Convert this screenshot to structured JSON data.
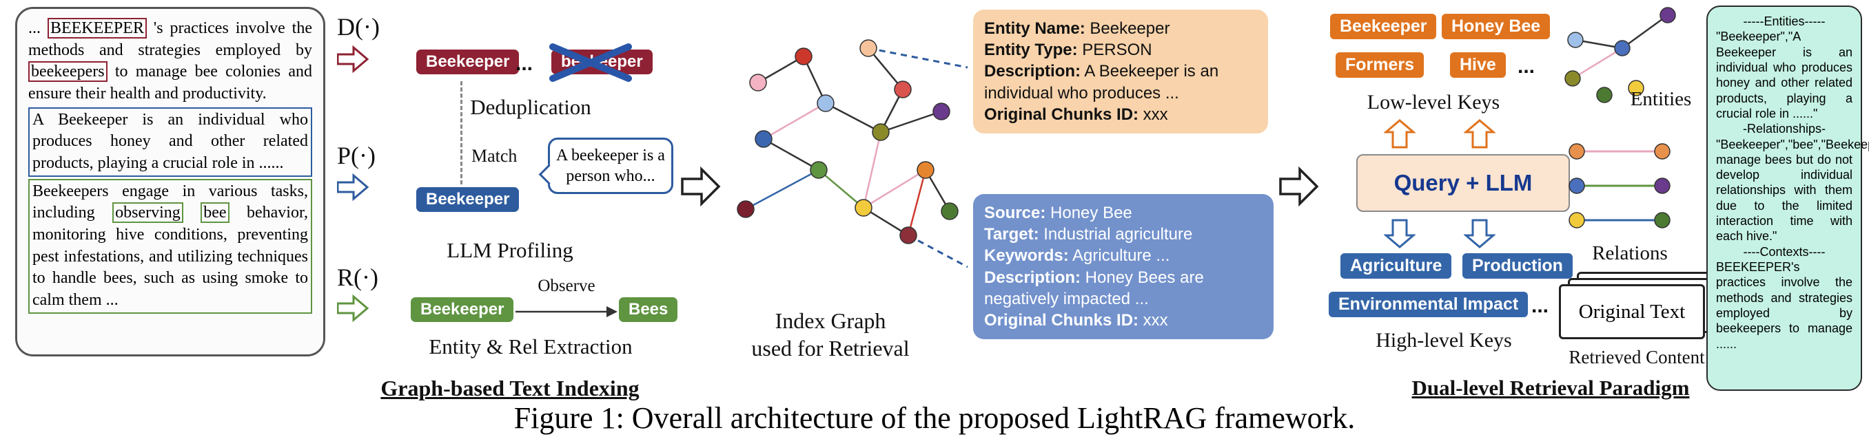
{
  "figure_caption": "Figure 1: Overall architecture of the proposed LightRAG framework.",
  "colors": {
    "entity_red": "#8e2133",
    "entity_blue": "#2d5b9e",
    "entity_green": "#5f9441",
    "low_key_orange": "#e0731d",
    "high_key_blue": "#3465a8",
    "entity_card_bg": "#f8d3ab",
    "relation_card_bg": "#7392cc",
    "query_box_bg": "#fbe4d0",
    "result_panel_bg": "#c5f2e4"
  },
  "source_doc": {
    "p1_lead": "... ",
    "p1_box1": "BEEKEEPER",
    "p1_mid1": " 's practices involve the methods and strategies employed by ",
    "p1_box2": "beekeepers",
    "p1_mid2": " to manage bee colonies and ensure their health and productivity.",
    "p1_blue": "A Beekeeper is an individual who produces honey and other related products, playing a crucial role in ......",
    "p2_lead": "Beekeepers engage in various tasks, including ",
    "p2_box1": "observing",
    "p2_gap": " ",
    "p2_box2": "bee",
    "p2_rest": " behavior, monitoring hive conditions, preventing pest infestations, and utilizing techniques to handle bees, such as using smoke to calm them ..."
  },
  "indexing": {
    "dedup_op": "D(·)",
    "profile_op": "P(·)",
    "extract_op": "R(·)",
    "dedup_badge1": "Beekeeper",
    "dedup_dots": "...",
    "dedup_badge2": "beekeeper",
    "dedup_label": "Deduplication",
    "match_label": "Match",
    "profile_badge": "Beekeeper",
    "profile_bubble": "A beekeeper is a person who...",
    "profile_label": "LLM Profiling",
    "extract_badge1": "Beekeeper",
    "extract_edge_label": "Observe",
    "extract_badge2": "Bees",
    "extract_label": "Entity & Rel Extraction",
    "section_caption": "Graph-based Text Indexing"
  },
  "index_graph": {
    "label_line1": "Index Graph",
    "label_line2": "used for Retrieval"
  },
  "entity_card": {
    "name_key": "Entity Name:",
    "name_val": "  Beekeeper",
    "type_key": "Entity Type:",
    "type_val": "  PERSON",
    "desc_key": "Description:",
    "desc_val": "  A Beekeeper is an individual who produces ...",
    "chunks_key": "Original Chunks ID:",
    "chunks_val": "  xxx"
  },
  "relation_card": {
    "source_key": "Source:",
    "source_val": " Honey Bee",
    "target_key": "Target:",
    "target_val": " Industrial agriculture",
    "keywords_key": "Keywords:",
    "keywords_val": " Agriculture ...",
    "desc_key": "Description:",
    "desc_val": " Honey Bees are negatively impacted ...",
    "chunks_key": "Original Chunks ID:",
    "chunks_val": " xxx"
  },
  "retrieval": {
    "low_keys": [
      "Beekeeper",
      "Honey Bee",
      "Formers",
      "Hive"
    ],
    "low_dots": "...",
    "low_label": "Low-level Keys",
    "query_llm": "Query + LLM",
    "high_keys": [
      "Agriculture",
      "Production",
      "Environmental Impact"
    ],
    "high_dots": "...",
    "high_label": "High-level Keys",
    "entities_label": "Entities",
    "relations_label": "Relations",
    "original_text": "Original Text",
    "retrieved_label": "Retrieved Content",
    "section_caption": "Dual-level Retrieval Paradigm"
  },
  "result_panel": {
    "entities_header": "-----Entities-----",
    "entities_body": "\"Beekeeper\",\"A Beekeeper is an individual who produces honey and other related products, playing a crucial role in ......\"",
    "relationships_header": "-Relationships-",
    "relationships_body": "\"Beekeeper\",\"bee\",\"Beekeepers manage bees but do not develop individual relationships with them due to the limited interaction time with each hive.\"",
    "contexts_header": "----Contexts----",
    "contexts_body": "BEEKEEPER's practices involve the methods and strategies employed by beekeepers to manage ......"
  }
}
